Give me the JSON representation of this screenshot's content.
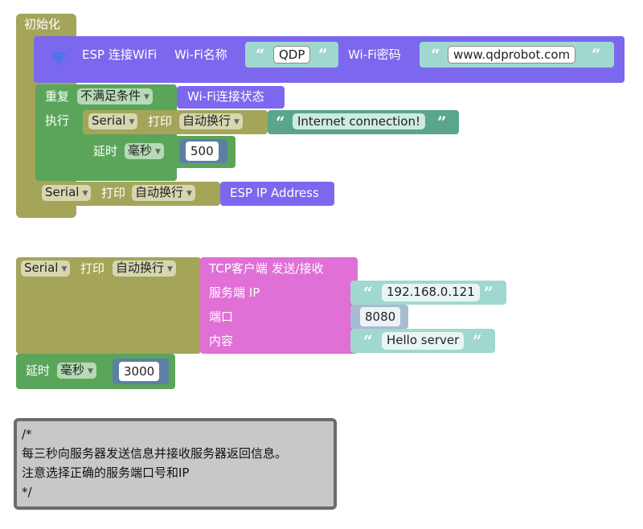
{
  "colors": {
    "init": "#a5a55a",
    "wifi": "#7b68ee",
    "loop": "#5ba55b",
    "serial": "#a5a55a",
    "text": "#a0d8d0",
    "text_dark": "#5ba58c",
    "tcp": "#e06fd6",
    "number": "#5b80a5",
    "comment": "#c8c8c8"
  },
  "setup": {
    "title": "初始化",
    "wifi": {
      "icon": "wifi-icon",
      "label": "ESP 连接WiFi",
      "ssid_label": "Wi-Fi名称",
      "ssid": "QDP",
      "pwd_label": "Wi-Fi密码",
      "pwd": "www.qdprobot.com"
    },
    "repeat": {
      "label": "重复",
      "mode": "不满足条件",
      "condition": "Wi-Fi连接状态",
      "do_label": "执行",
      "print": {
        "port": "Serial",
        "label": "打印",
        "mode": "自动换行",
        "text": "Internet connection!"
      },
      "delay": {
        "label": "延时",
        "unit": "毫秒",
        "value": "500"
      }
    },
    "print_ip": {
      "port": "Serial",
      "label": "打印",
      "mode": "自动换行",
      "value": "ESP IP Address"
    }
  },
  "loop": {
    "print": {
      "port": "Serial",
      "label": "打印",
      "mode": "自动换行"
    },
    "tcp": {
      "title": "TCP客户端 发送/接收",
      "server_label": "服务端 IP",
      "server": "192.168.0.121",
      "port_label": "端口",
      "port": "8080",
      "content_label": "内容",
      "content": "Hello server"
    },
    "delay": {
      "label": "延时",
      "unit": "毫秒",
      "value": "3000"
    }
  },
  "comment": {
    "lines": [
      "/*",
      "每三秒向服务器发送信息并接收服务器返回信息。",
      "注意选择正确的服务端口号和IP",
      "*/"
    ]
  },
  "quote_open": "“",
  "quote_close": "”",
  "dropdown_arrow": "▼"
}
